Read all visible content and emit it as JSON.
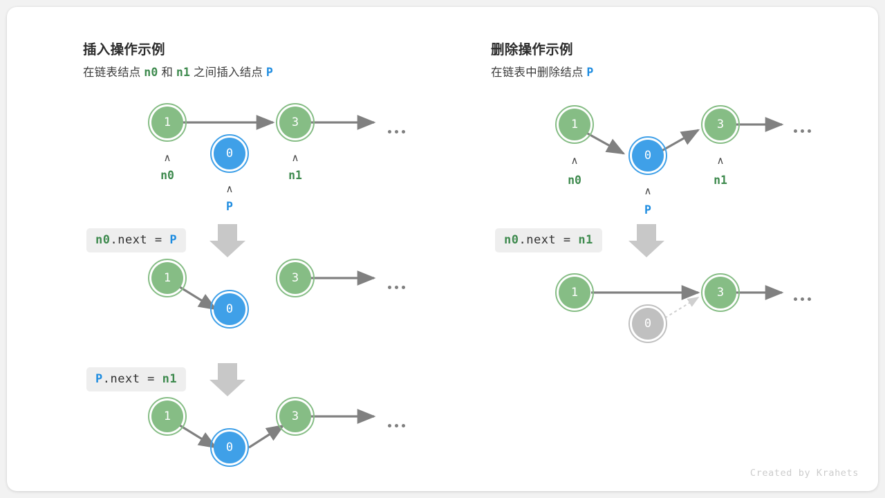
{
  "footer": {
    "credit": "Created by Krahets"
  },
  "panels": [
    {
      "id": "insert",
      "title": "插入操作示例",
      "subtitle_parts": [
        {
          "text": "在链表结点 ",
          "style": "plain"
        },
        {
          "text": "n0",
          "style": "green-mono"
        },
        {
          "text": " 和 ",
          "style": "plain"
        },
        {
          "text": "n1",
          "style": "green-mono"
        },
        {
          "text": " 之间插入结点 ",
          "style": "plain"
        },
        {
          "text": "P",
          "style": "blue-mono"
        }
      ],
      "subtitle_plain": "在链表结点 n0 和 n1 之间插入结点 P",
      "steps": [
        {
          "code_parts": [
            {
              "text": "n0",
              "style": "green-mono"
            },
            {
              "text": ".next = ",
              "style": "plain"
            },
            {
              "text": "P",
              "style": "blue-mono"
            }
          ],
          "code_plain": "n0.next = P"
        },
        {
          "code_parts": [
            {
              "text": "P",
              "style": "blue-mono"
            },
            {
              "text": ".next = ",
              "style": "plain"
            },
            {
              "text": "n1",
              "style": "green-mono"
            }
          ],
          "code_plain": "P.next = n1"
        }
      ],
      "rows": [
        {
          "name": "initial-state",
          "nodes": [
            {
              "value": "1",
              "color": "green",
              "pointer": "n0",
              "pointer_color": "green"
            },
            {
              "value": "0",
              "color": "blue",
              "pointer": "P",
              "pointer_color": "blue"
            },
            {
              "value": "3",
              "color": "green",
              "pointer": "n1",
              "pointer_color": "green"
            }
          ],
          "tail": "..."
        },
        {
          "name": "after-step-1",
          "nodes": [
            {
              "value": "1",
              "color": "green"
            },
            {
              "value": "0",
              "color": "blue"
            },
            {
              "value": "3",
              "color": "green"
            }
          ],
          "tail": "..."
        },
        {
          "name": "after-step-2",
          "nodes": [
            {
              "value": "1",
              "color": "green"
            },
            {
              "value": "0",
              "color": "blue"
            },
            {
              "value": "3",
              "color": "green"
            }
          ],
          "tail": "..."
        }
      ]
    },
    {
      "id": "delete",
      "title": "删除操作示例",
      "subtitle_parts": [
        {
          "text": "在链表中删除结点 ",
          "style": "plain"
        },
        {
          "text": "P",
          "style": "blue-mono"
        }
      ],
      "subtitle_plain": "在链表中删除结点 P",
      "steps": [
        {
          "code_parts": [
            {
              "text": "n0",
              "style": "green-mono"
            },
            {
              "text": ".next = ",
              "style": "plain"
            },
            {
              "text": "n1",
              "style": "green-mono"
            }
          ],
          "code_plain": "n0.next = n1"
        }
      ],
      "rows": [
        {
          "name": "initial-state",
          "nodes": [
            {
              "value": "1",
              "color": "green",
              "pointer": "n0",
              "pointer_color": "green"
            },
            {
              "value": "0",
              "color": "blue",
              "pointer": "P",
              "pointer_color": "blue"
            },
            {
              "value": "3",
              "color": "green",
              "pointer": "n1",
              "pointer_color": "green"
            }
          ],
          "tail": "..."
        },
        {
          "name": "after-delete",
          "nodes": [
            {
              "value": "1",
              "color": "green"
            },
            {
              "value": "0",
              "color": "gray"
            },
            {
              "value": "3",
              "color": "green"
            }
          ],
          "tail": "..."
        }
      ]
    }
  ],
  "colors": {
    "node_green": "#86bd85",
    "node_blue": "#3fa0e8",
    "node_gray": "#c0c0c0",
    "label_green": "#3e8a4e",
    "label_blue": "#1e8ce0",
    "arrow": "#808080",
    "arrow_block": "#c8c8c8",
    "code_bg": "#eeeeee",
    "card_bg": "#ffffff",
    "page_bg": "#f2f2f2"
  },
  "glyphs": {
    "caret": "∧",
    "ellipsis_dot": "•"
  }
}
